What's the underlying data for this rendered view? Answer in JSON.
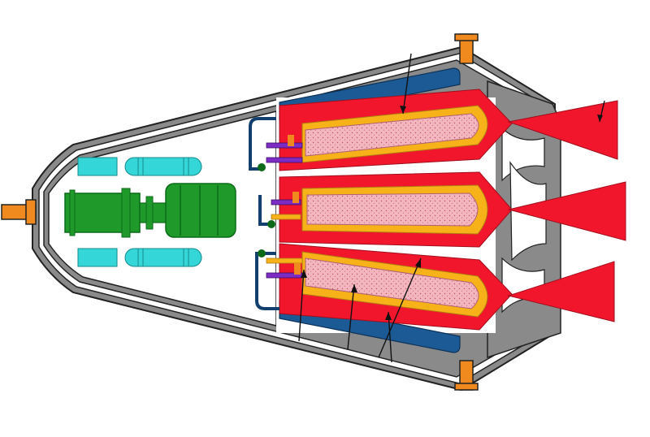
{
  "diagram": {
    "type": "engine-schematic",
    "colors": {
      "hull_gray": "#8a8a8a",
      "hull_dark": "#222222",
      "background": "#ffffff",
      "bracket_orange": "#f08a1e",
      "cyan_tanks": "#35d6d8",
      "green_machinery": "#1f9a2a",
      "dark_green": "#0c6a18",
      "blue_casing": "#1c5a96",
      "red_chamber": "#f2162c",
      "yellow_liner": "#f7b21a",
      "pink_core": "#f2b6bf",
      "purple_injector": "#7c2bc4",
      "navy_feed": "#123f6e",
      "arrow_black": "#111111"
    },
    "components": {
      "nose_bracket": "orange-bracket",
      "top_mount": "orange-mount",
      "bottom_mount": "orange-mount",
      "tank_count": 4,
      "chamber_count": 3,
      "nozzle_count": 3,
      "feed_lines": 3
    },
    "icons": [
      "arrow-icon"
    ]
  }
}
